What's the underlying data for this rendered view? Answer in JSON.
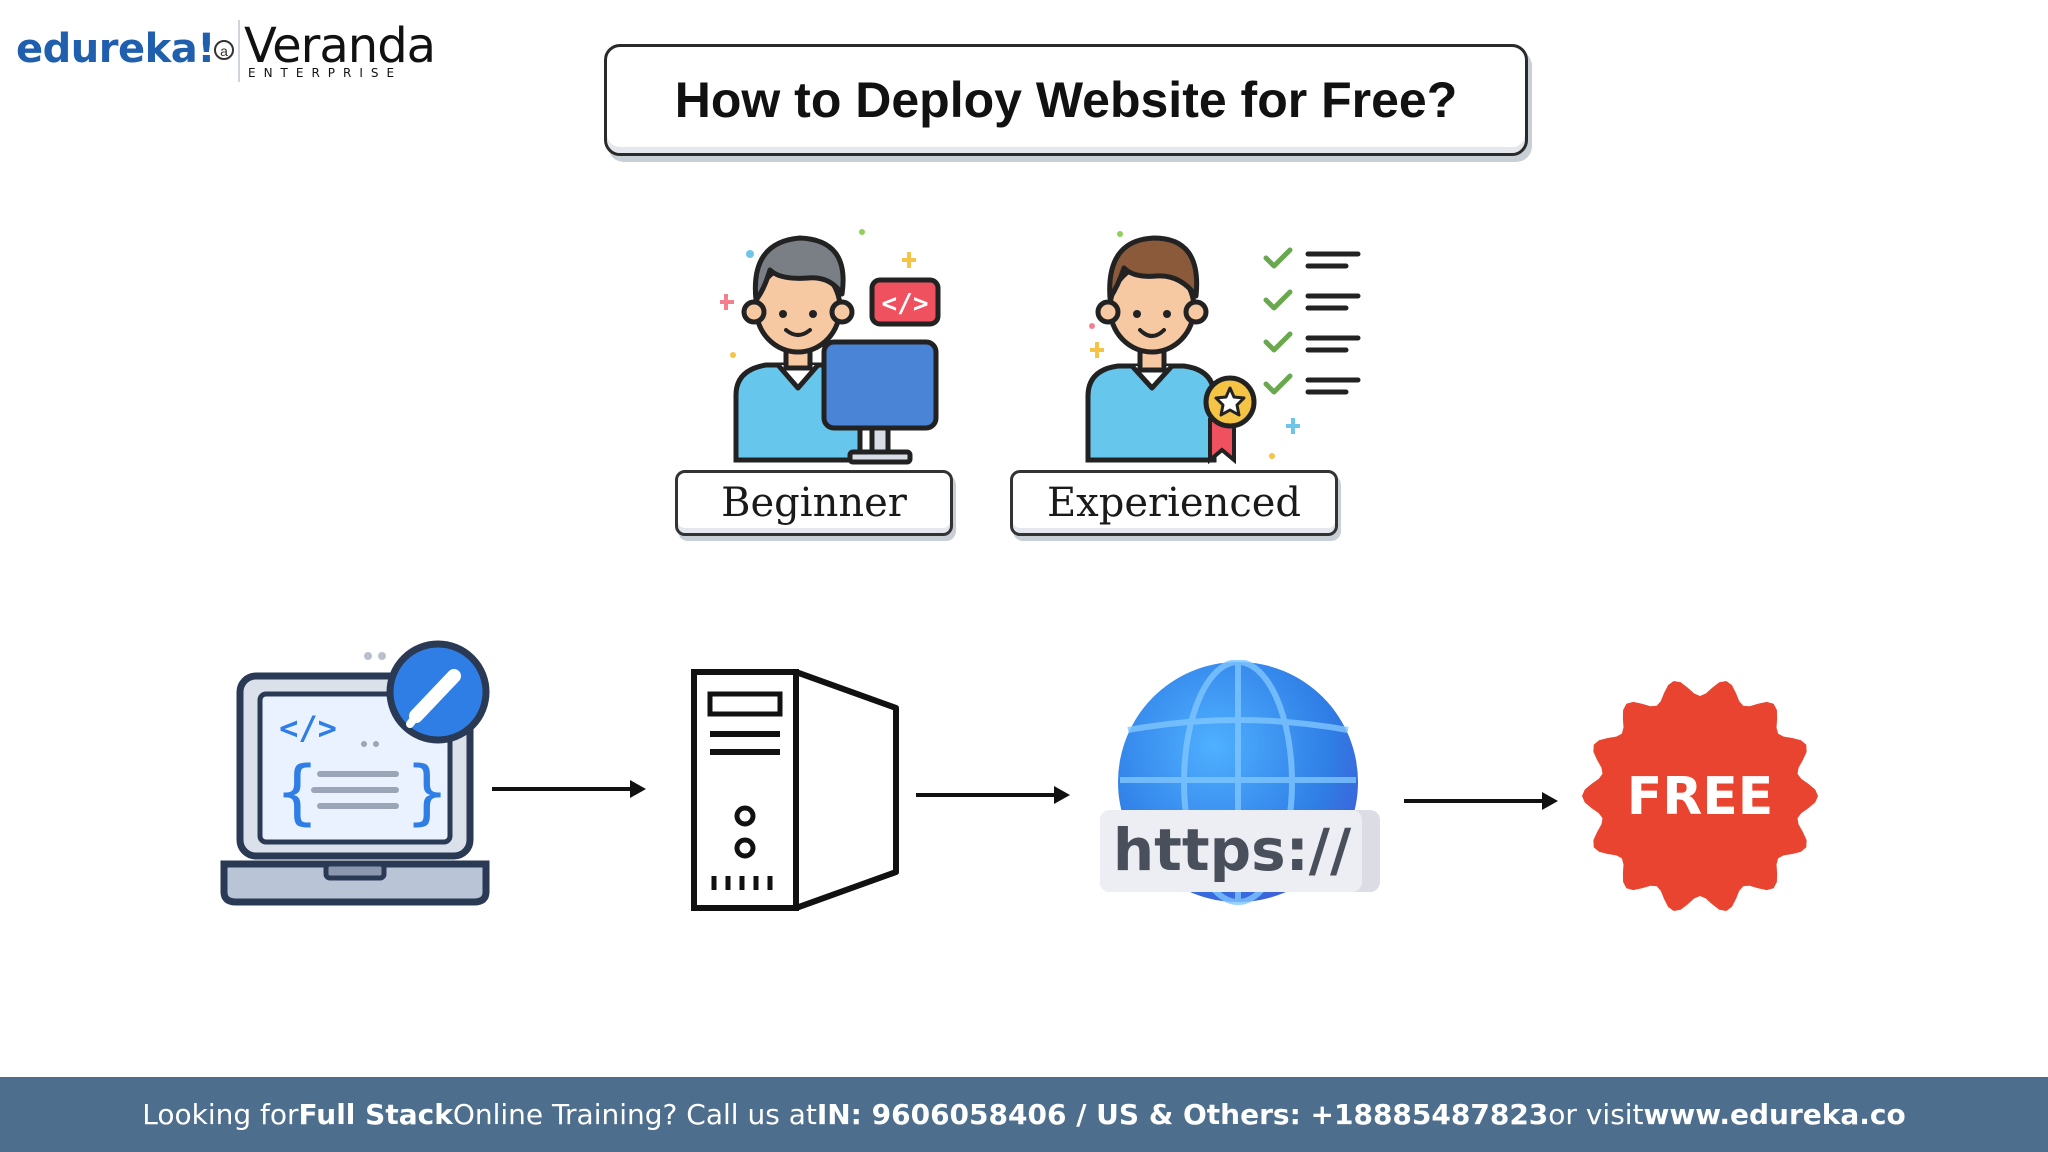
{
  "logo": {
    "brand": "edureka!",
    "connector": "a",
    "partner": "Veranda",
    "partner_sub": "ENTERPRISE"
  },
  "title": "How to Deploy Website for Free?",
  "personas": [
    {
      "label": "Beginner"
    },
    {
      "label": "Experienced"
    }
  ],
  "flow": {
    "code_icon_text": "</>",
    "url_text": "https://",
    "free_badge": "FREE"
  },
  "footer": {
    "part1": "Looking for ",
    "part2": "Full Stack",
    "part3": " Online Training? Call us at ",
    "part4": "IN: 9606058406 / US & Others: +18885487823",
    "part5": " or visit ",
    "part6": "www.edureka.co"
  },
  "colors": {
    "footer_bg": "#4e6e8e",
    "brand_blue": "#1f5fae",
    "free_red": "#e8442f",
    "globe_blue": "#2f7ee6",
    "shirt_blue": "#67c6ec",
    "check_green": "#8fcf5a"
  }
}
